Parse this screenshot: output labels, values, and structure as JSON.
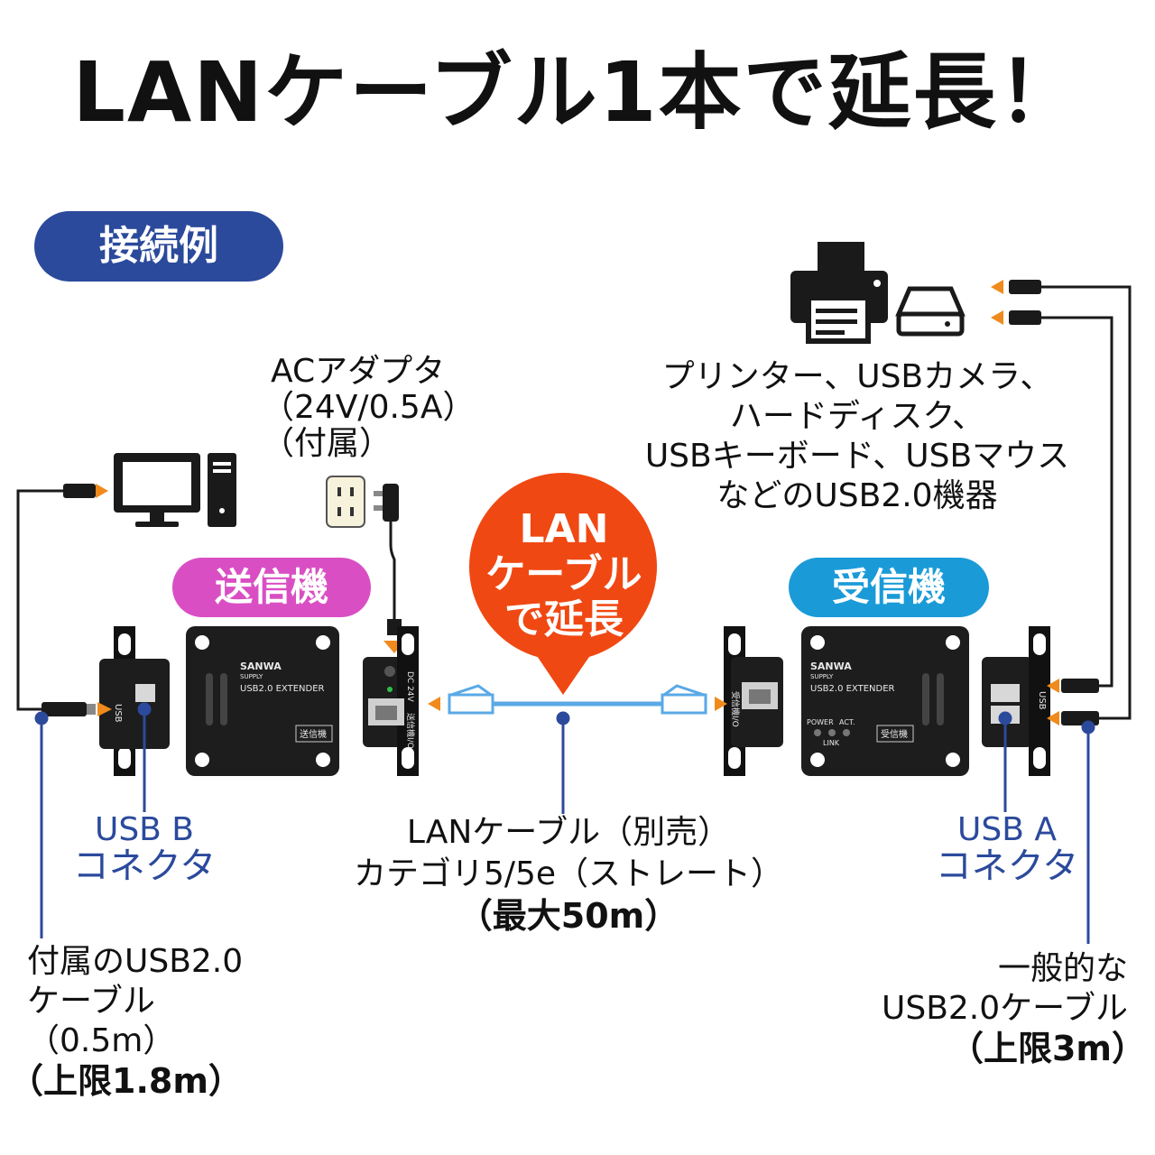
{
  "title": "LANケーブル1本で延長！",
  "badges": {
    "example": "接続例",
    "transmitter": "送信機",
    "receiver": "受信機",
    "bubble": [
      "LAN",
      "ケーブル",
      "で延長"
    ]
  },
  "adapter_label": [
    "ACアダプタ",
    "（24V/0.5A）",
    "（付属）"
  ],
  "devices_label": [
    "プリンター、USBカメラ、",
    "ハードディスク、",
    "USBキーボード、USBマウス",
    "などのUSB2.0機器"
  ],
  "usb_b_label": [
    "USB B",
    "コネクタ"
  ],
  "usb_a_label": [
    "USB A",
    "コネクタ"
  ],
  "lan_cable_label": [
    "LANケーブル（別売）",
    "カテゴリ5/5e（ストレート）",
    "（最大50m）"
  ],
  "included_cable_label": [
    "付属のUSB2.0",
    "ケーブル（0.5m）",
    "（上限1.8m）"
  ],
  "generic_cable_label": [
    "一般的な",
    "USB2.0ケーブル",
    "（上限3m）"
  ],
  "unit_text": {
    "brand": "SANWA",
    "brand_sub": "SUPPLY",
    "model": "USB2.0 EXTENDER",
    "tx_tag": "送信機",
    "rx_tag": "受信機",
    "power": "POWER",
    "act": "ACT.",
    "link": "LINK",
    "usb": "USB",
    "dc": "DC 24V",
    "lan_tx": "送信機I/O",
    "lan_rx": "受信機I/O"
  },
  "colors": {
    "transmitter_badge": "#d94fc3",
    "receiver_badge": "#1a9bd8",
    "example_badge": "#2b4a9c",
    "bubble": "#f04812",
    "lan_cable": "#5aa9e6",
    "arrow": "#f08a1c",
    "callout_line": "#2b4a9c"
  }
}
